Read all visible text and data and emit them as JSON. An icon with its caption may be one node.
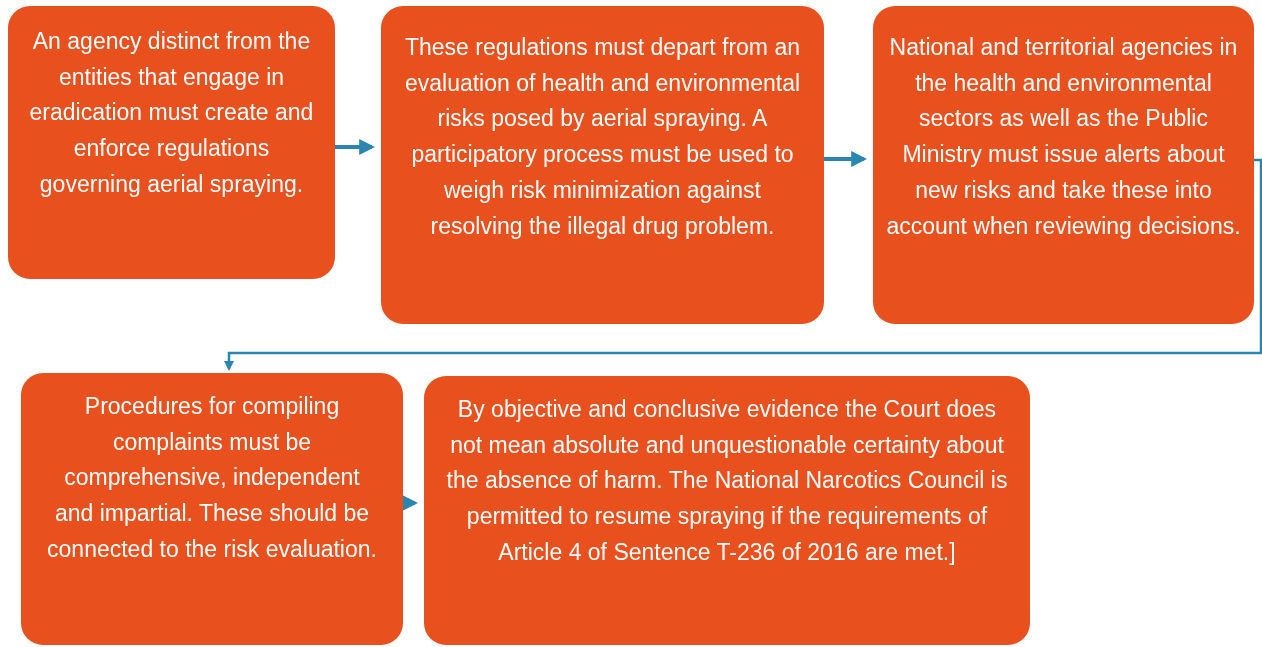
{
  "diagram": {
    "nodes": [
      {
        "text": [
          "An agency distinct from the entities that engage in eradication must create and enforce regulations governing aerial spraying."
        ]
      },
      {
        "text": [
          "These regulations must depart from an evaluation of health and environmental risks posed by aerial spraying. A participatory process must be used to weigh risk minimization against resolving the illegal drug problem."
        ]
      },
      {
        "text": [
          "National and territorial agencies in the health and environmental sectors as well as the Public Ministry must issue alerts about new risks and take these into account when reviewing decisions."
        ]
      },
      {
        "text": [
          "Procedures for compiling complaints must be comprehensive, independent and impartial. These should be connected to the risk evaluation."
        ]
      },
      {
        "text": [
          "By objective and conclusive evidence the Court does not mean absolute and unquestionable certainty about the absence of harm. The National Narcotics Council is permitted to resume spraying if the requirements of Article 4 of Sentence T-236 of 2016 are met.]"
        ]
      }
    ],
    "edges": [
      {
        "from": 0,
        "to": 1,
        "arrow": "to"
      },
      {
        "from": 1,
        "to": 2,
        "arrow": "to"
      },
      {
        "from": 2,
        "to": 3,
        "arrow": "to"
      },
      {
        "from": 3,
        "to": 4,
        "arrow": "to"
      }
    ]
  }
}
